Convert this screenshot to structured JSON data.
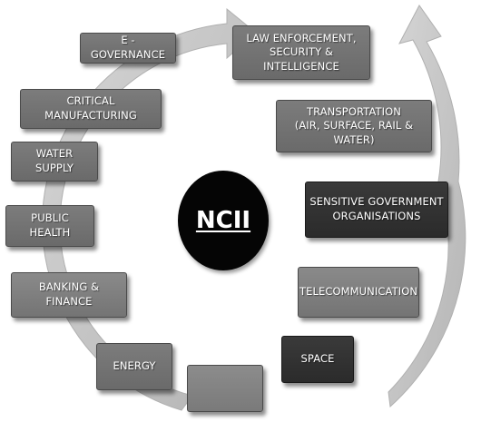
{
  "center": {
    "label": "NCII"
  },
  "sectors": {
    "e_governance": "E - GOVERNANCE",
    "critical_manufacturing": "CRITICAL MANUFACTURING",
    "water_supply": "WATER SUPPLY",
    "public_health": "PUBLIC HEALTH",
    "banking_finance": "BANKING & FINANCE",
    "energy": "ENERGY",
    "law_enforcement": "LAW ENFORCEMENT,\nSECURITY & INTELLIGENCE",
    "transportation": "TRANSPORTATION\n(AIR, SURFACE, RAIL & WATER)",
    "sensitive_gov": "SENSITIVE GOVERNMENT\nORGANISATIONS",
    "telecommunication": "TELECOMMUNICATION",
    "space": "SPACE"
  },
  "colors": {
    "box_gray": "#6e6e6e",
    "box_dark": "#2f2f2f",
    "arrow": "#c4c4c4",
    "center_fill": "#050505"
  }
}
